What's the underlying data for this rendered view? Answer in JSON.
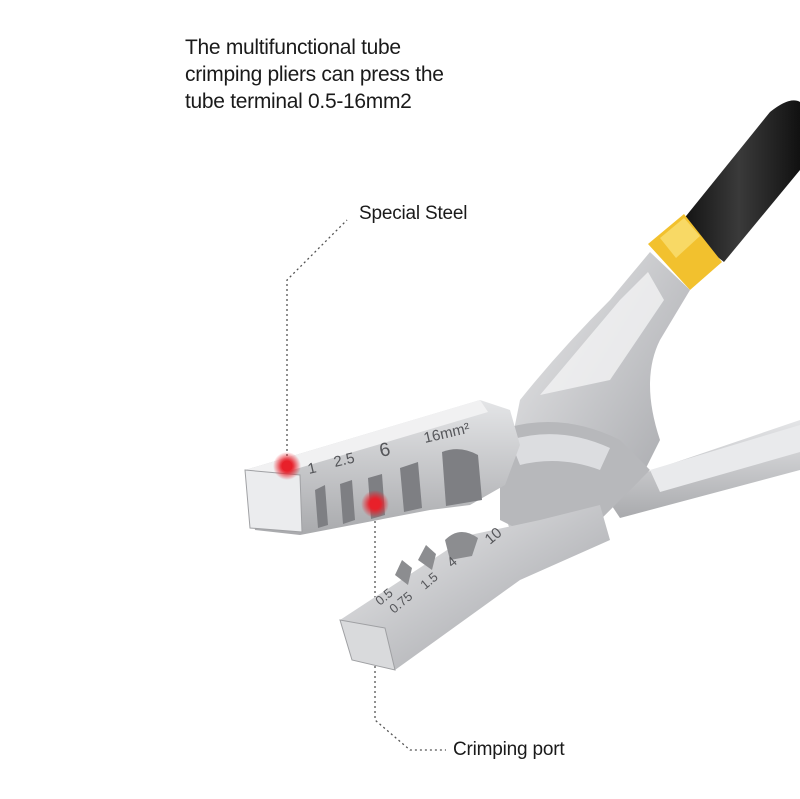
{
  "headline": {
    "lines": [
      "The multifunctional tube",
      "crimping pliers can press the",
      "tube terminal 0.5-16mm2"
    ]
  },
  "callouts": {
    "special_steel": "Special Steel",
    "crimping_port": "Crimping port"
  },
  "jaw_markings": {
    "upper": [
      "1",
      "2.5",
      "6",
      "16mm²"
    ],
    "lower": [
      "0.5",
      "0.75",
      "1.5",
      "4",
      "10"
    ]
  },
  "colors": {
    "steel": "#c9cacc",
    "handle_grip": "#1c1c1c",
    "handle_band": "#f2c12e",
    "marker": "#e8202a"
  }
}
